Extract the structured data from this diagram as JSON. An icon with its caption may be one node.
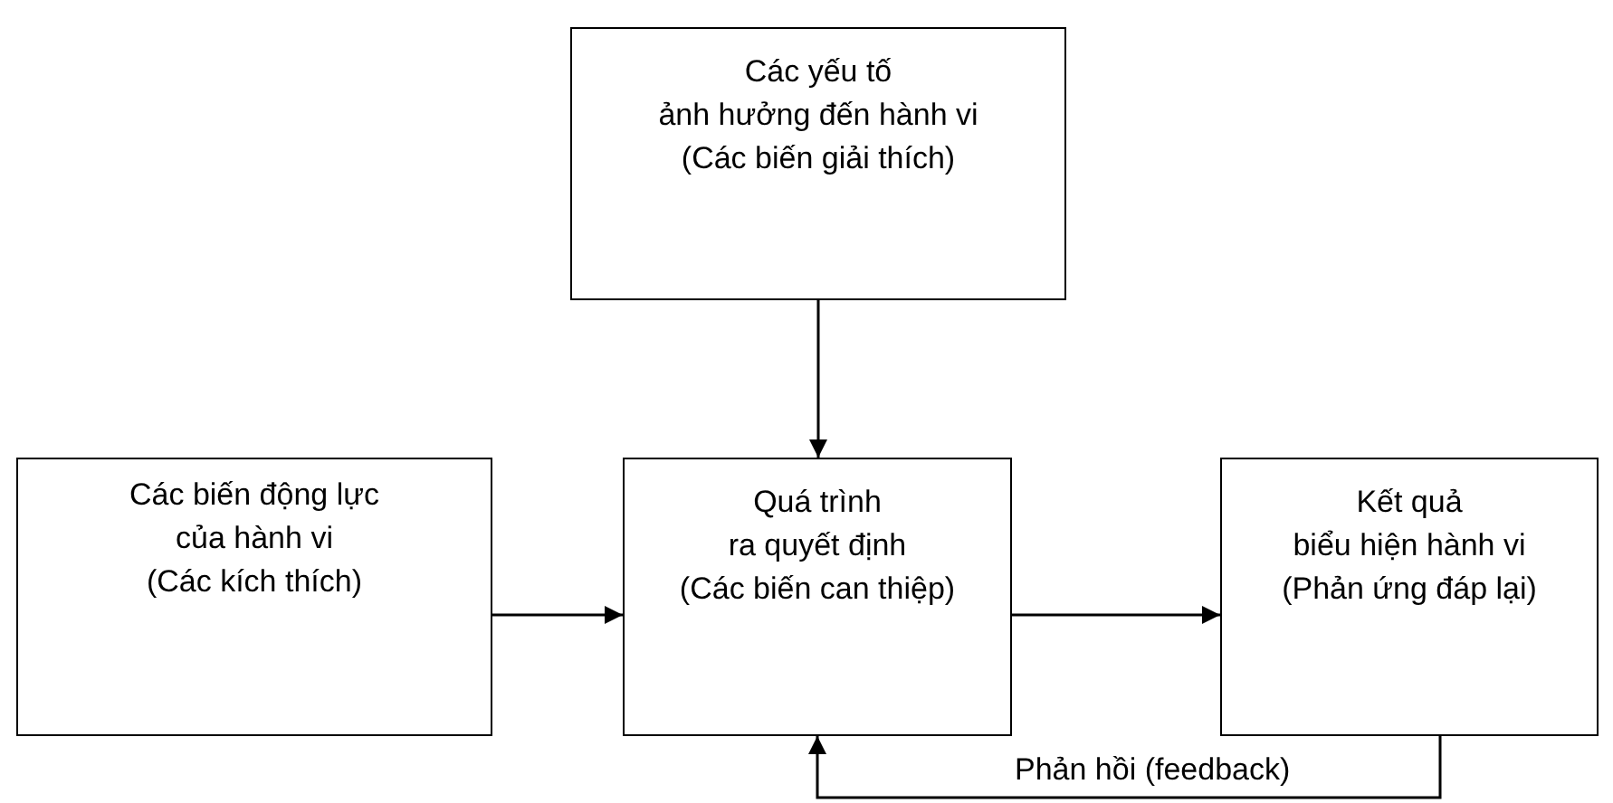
{
  "diagram": {
    "nodes": [
      {
        "text": [
          "Các yếu tố",
          "ảnh hưởng đến hành vi",
          "(Các biến giải thích)"
        ]
      },
      {
        "text": [
          "Các biến động lực",
          "của hành vi",
          "(Các kích thích)"
        ]
      },
      {
        "text": [
          "Quá trình",
          "ra quyết định",
          "(Các biến can thiệp)"
        ]
      },
      {
        "text": [
          "Kết quả",
          "biểu hiện hành vi",
          "(Phản ứng đáp lại)"
        ]
      }
    ],
    "edges": [
      {
        "from": 0,
        "to": 2,
        "arrow": "to"
      },
      {
        "from": 1,
        "to": 2,
        "arrow": "to"
      },
      {
        "from": 2,
        "to": 3,
        "arrow": "to"
      },
      {
        "from": 3,
        "to": 2,
        "arrow": "to",
        "label": "Phản hồi (feedback)"
      }
    ]
  }
}
